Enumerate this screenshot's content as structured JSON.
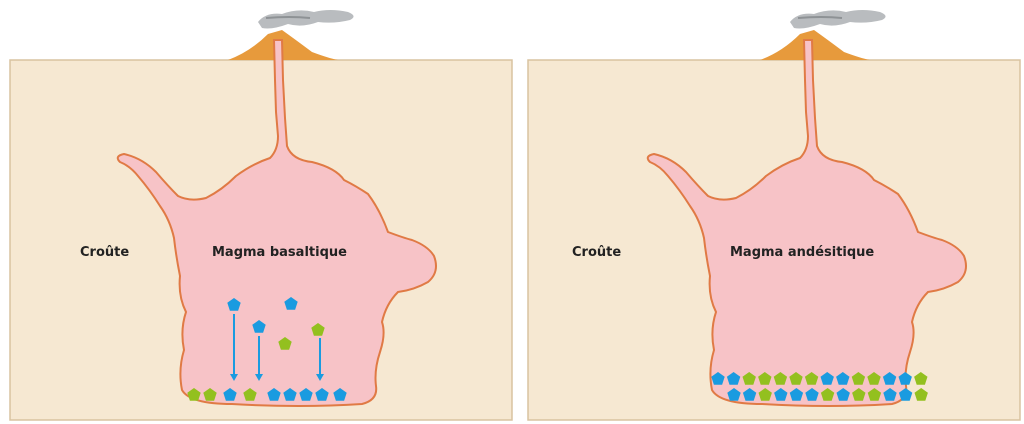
{
  "colors": {
    "crust": "#f6e8d2",
    "crust_border": "#d9c3a0",
    "magma": "#f7c3c7",
    "magma_outline": "#e07a45",
    "volcano": "#e79a3c",
    "smoke": "#b9bcbf",
    "blue_crystal": "#1a9be0",
    "green_crystal": "#93c01f",
    "arrow": "#1a9be0"
  },
  "panels": [
    {
      "crust_label": "Croûte",
      "magma_label": "Magma basaltique",
      "state": "crystals-settling",
      "icons": [
        "volcano-icon",
        "smoke-icon",
        "magma-chamber",
        "blue-pentagon-crystal-icon",
        "green-pentagon-crystal-icon",
        "down-arrow-icon"
      ]
    },
    {
      "crust_label": "Croûte",
      "magma_label": "Magma andésitique",
      "state": "crystals-accumulated",
      "icons": [
        "volcano-icon",
        "smoke-icon",
        "magma-chamber",
        "blue-pentagon-crystal-icon",
        "green-pentagon-crystal-icon"
      ]
    }
  ]
}
